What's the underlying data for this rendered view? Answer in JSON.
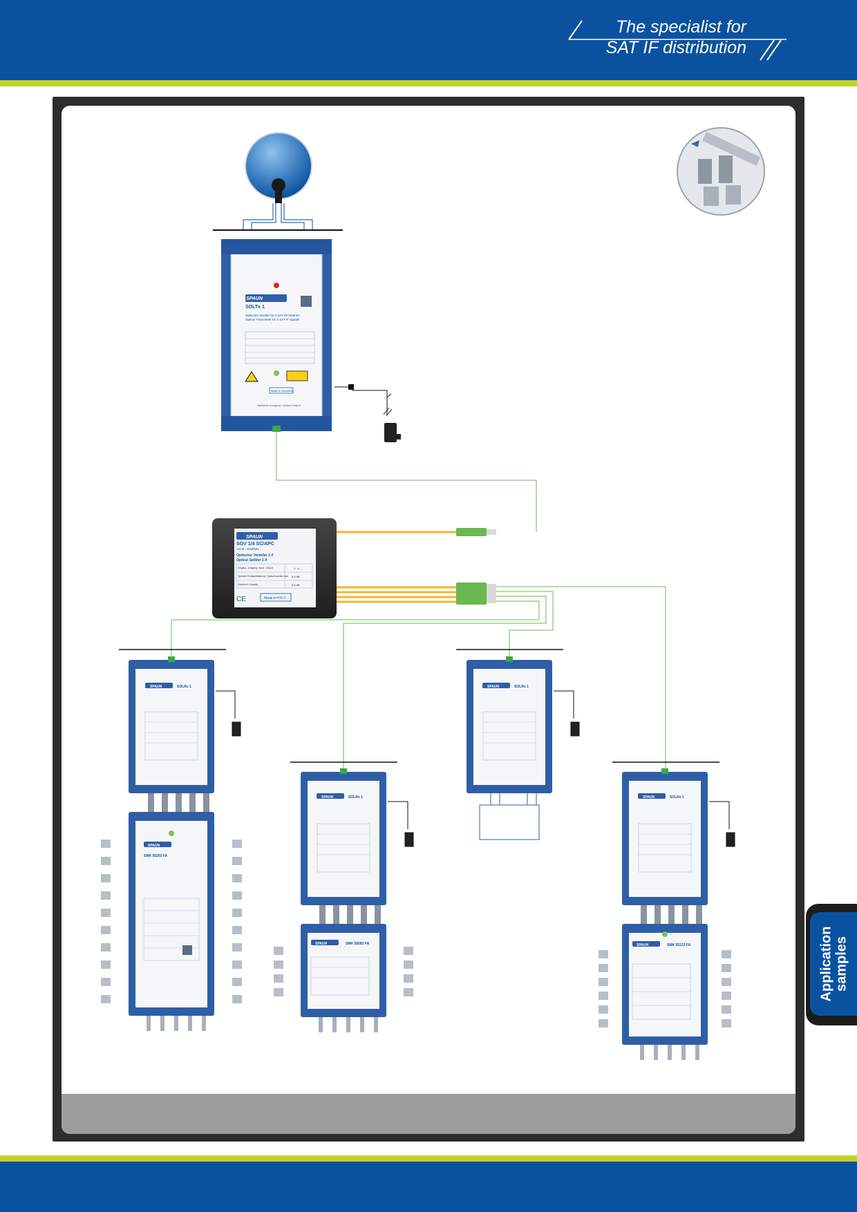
{
  "header": {
    "tagline_line1": "The specialist for",
    "tagline_line2": "SAT IF distribution"
  },
  "side_tab": {
    "label": "Application samples"
  },
  "transmitter": {
    "brand": "SPAUN",
    "name": "SOLTx 1",
    "title_de": "Optischer Sender für 4 SAT-ZF-Ebenen",
    "title_en": "Optical Transmitter for 4 SAT IF signals",
    "made_in": "Made in Germany",
    "bottom": "Optischer Ausgang / Optical Output"
  },
  "splitter": {
    "brand": "SPAUN",
    "name": "SOV 1/4 SC/APC",
    "art": "Art.Nr.: 8150004",
    "title_de": "Optischer Verteiler 1-4",
    "title_en": "Optical Splitter 1-4",
    "rows": [
      {
        "label": "Eingang - Ausgang / Input - Output",
        "value": "1 - 4"
      },
      {
        "label": "Typische Einfügedämpfung / Typical insertion loss",
        "value": "6,5 dB"
      },
      {
        "label": "Gleichheit / Equality",
        "value": "0,6 dB"
      }
    ],
    "made_in": "Made in P.R.C."
  },
  "receivers": [
    {
      "brand": "SPAUN",
      "name": "SOLRx 1"
    },
    {
      "brand": "SPAUN",
      "name": "SOLRx 1"
    },
    {
      "brand": "SPAUN",
      "name": "SOLRx 1"
    },
    {
      "brand": "SPAUN",
      "name": "SOLRx 1"
    }
  ],
  "multiswitches": [
    {
      "brand": "SPAUN",
      "name": "SMK 55203 FA"
    },
    {
      "brand": "SPAUN",
      "name": "SMK 55083 FA"
    },
    {
      "brand": "SPAUN",
      "name": "SMK 55123 FA"
    }
  ],
  "colors": {
    "brand_blue": "#0a52a0",
    "accent_green": "#c3d22b",
    "fiber_yellow": "#f3b52d",
    "fiber_green": "#6ab84f"
  }
}
